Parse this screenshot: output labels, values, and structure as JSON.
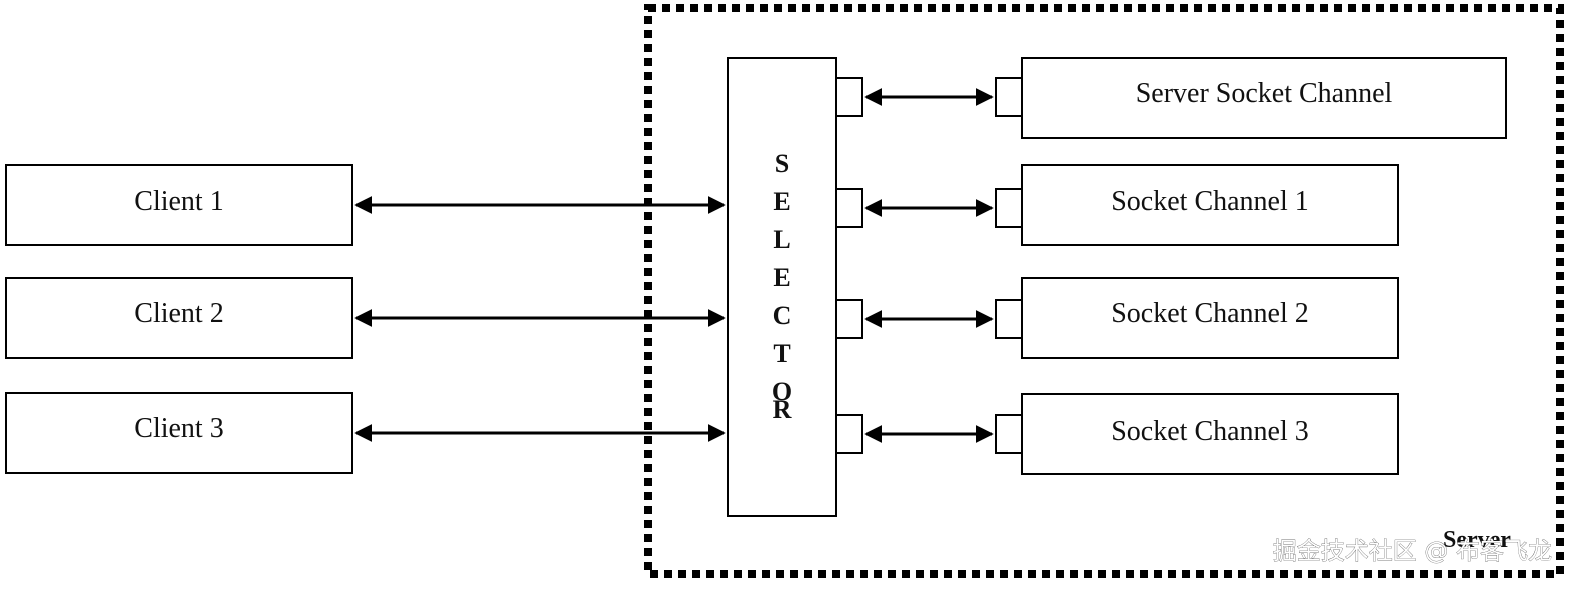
{
  "clients": [
    {
      "label": "Client 1"
    },
    {
      "label": "Client 2"
    },
    {
      "label": "Client 3"
    }
  ],
  "selector": {
    "letters": [
      "S",
      "E",
      "L",
      "E",
      "C",
      "T",
      "O",
      "R"
    ]
  },
  "channels": [
    {
      "label": "Server Socket Channel"
    },
    {
      "label": "Socket Channel 1"
    },
    {
      "label": "Socket Channel 2"
    },
    {
      "label": "Socket Channel 3"
    }
  ],
  "server": {
    "label": "Server"
  },
  "watermark": {
    "text": "掘金技术社区 @ 布客飞龙"
  }
}
